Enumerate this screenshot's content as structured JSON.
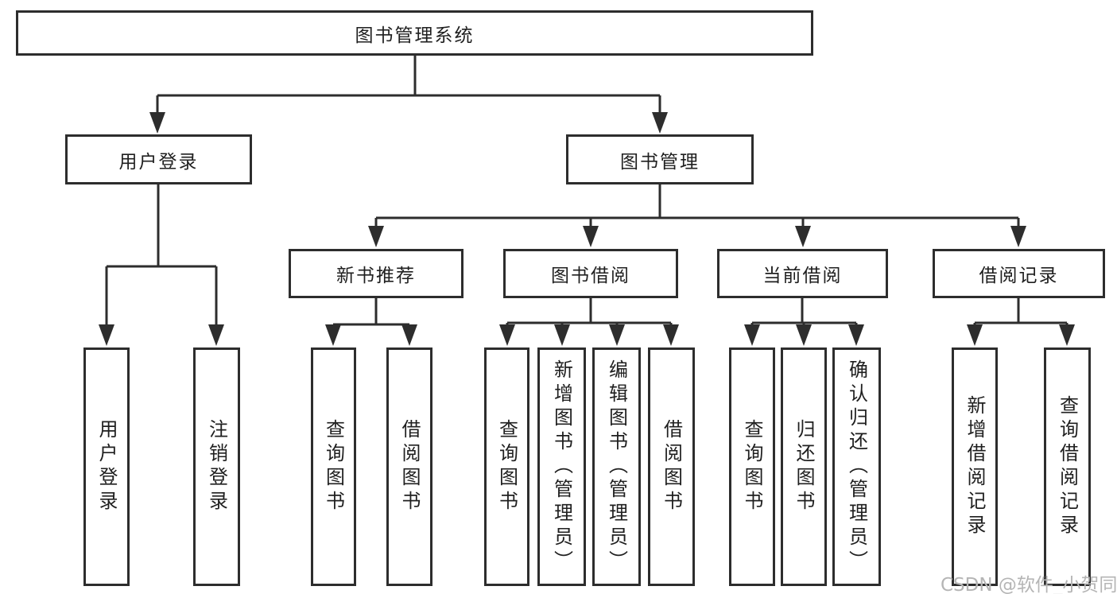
{
  "diagram": {
    "root": {
      "label": "图书管理系统"
    },
    "level2": [
      {
        "label": "用户登录"
      },
      {
        "label": "图书管理"
      }
    ],
    "level3": [
      {
        "label": "新书推荐",
        "parent": "图书管理"
      },
      {
        "label": "图书借阅",
        "parent": "图书管理"
      },
      {
        "label": "当前借阅",
        "parent": "图书管理"
      },
      {
        "label": "借阅记录",
        "parent": "图书管理"
      }
    ],
    "leaves": [
      {
        "label": "用户登录",
        "parent": "用户登录"
      },
      {
        "label": "注销登录",
        "parent": "用户登录"
      },
      {
        "label": "查询图书",
        "parent": "新书推荐"
      },
      {
        "label": "借阅图书",
        "parent": "新书推荐"
      },
      {
        "label": "查询图书",
        "parent": "图书借阅"
      },
      {
        "label": "新增图书（管理员）",
        "parent": "图书借阅"
      },
      {
        "label": "编辑图书（管理员）",
        "parent": "图书借阅"
      },
      {
        "label": "借阅图书",
        "parent": "图书借阅"
      },
      {
        "label": "查询图书",
        "parent": "当前借阅"
      },
      {
        "label": "归还图书",
        "parent": "当前借阅"
      },
      {
        "label": "确认归还（管理员）",
        "parent": "当前借阅"
      },
      {
        "label": "新增借阅记录",
        "parent": "借阅记录"
      },
      {
        "label": "查询借阅记录",
        "parent": "借阅记录"
      }
    ]
  },
  "watermark": {
    "text": "CSDN @软件_小贺同学"
  },
  "colors": {
    "line": "#2d2d2d",
    "text": "#1f1f1f",
    "background": "#ffffff",
    "watermark": "#b5b5b5"
  }
}
